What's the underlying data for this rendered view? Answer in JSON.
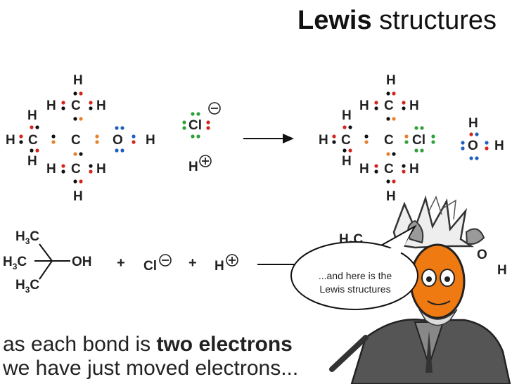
{
  "title": {
    "bold": "Lewis",
    "rest": " structures"
  },
  "speech_bubble": {
    "line1": "...and here is the",
    "line2": "Lewis structures"
  },
  "caption": {
    "line1_pre": "as each bond is ",
    "line1_bold": "two electrons",
    "line2": "we have just moved electrons..."
  },
  "labels": {
    "H": "H",
    "C": "C",
    "O": "O",
    "Cl": "Cl",
    "OH": "OH",
    "plus": "+",
    "h3c": "H",
    "three": "3",
    "c_after": "C"
  },
  "colors": {
    "bond_red": "#d4241c",
    "black_dot": "#111111",
    "orange": "#e8802a",
    "blue": "#1f5fbf",
    "green": "#2fa03a",
    "mascot_orange": "#f07a12"
  },
  "icons": {
    "mascot": "professor-mascot-icon",
    "arrow": "reaction-arrow-icon",
    "charge_minus": "minus-charge-icon",
    "charge_plus": "plus-charge-icon"
  }
}
